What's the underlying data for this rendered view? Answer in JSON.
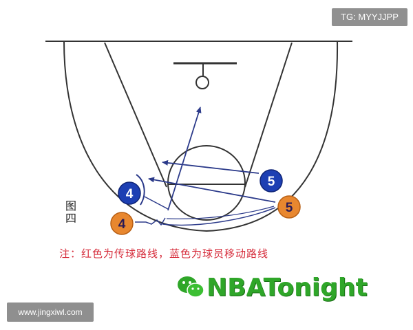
{
  "watermark_top": "TG: MYYJJPP",
  "watermark_bottom": "www.jingxiwl.com",
  "figure_label": "图四",
  "note": "注：红色为传球路线，蓝色为球员移动路线",
  "logo_text": "NBATonight",
  "players": {
    "blue_4": "4",
    "blue_5": "5",
    "orange_4": "4",
    "orange_5": "5"
  },
  "colors": {
    "blue": "#1d3fb3",
    "orange": "#e8872f",
    "note_red": "#d62b3a",
    "logo_green": "#2fa629",
    "line": "#333333"
  },
  "icons": [
    "wechat-logo-icon"
  ]
}
